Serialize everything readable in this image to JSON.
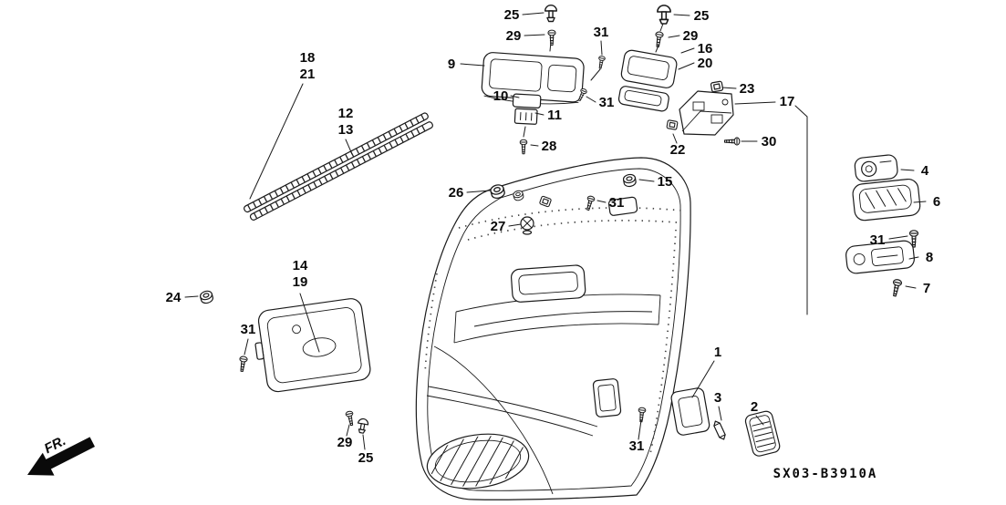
{
  "diagram": {
    "part_code": "SX03-B3910A",
    "fr_label": "FR.",
    "callouts": {
      "c25a": "25",
      "c29a": "29",
      "c31a": "31",
      "c25b": "25",
      "c29b": "29",
      "c16": "16",
      "c20": "20",
      "c9": "9",
      "c10": "10",
      "c11": "11",
      "c31b": "31",
      "c23": "23",
      "c17": "17",
      "c30": "30",
      "c22": "22",
      "c28": "28",
      "c18": "18",
      "c21": "21",
      "c12": "12",
      "c13": "13",
      "c15": "15",
      "c26": "26",
      "c31c": "31",
      "c27": "27",
      "c4": "4",
      "c6": "6",
      "c31d": "31",
      "c8": "8",
      "c7": "7",
      "c14": "14",
      "c19": "19",
      "c24": "24",
      "c31e": "31",
      "c1": "1",
      "c3": "3",
      "c2": "2",
      "c29c": "29",
      "c25c": "25",
      "c31f": "31"
    }
  }
}
